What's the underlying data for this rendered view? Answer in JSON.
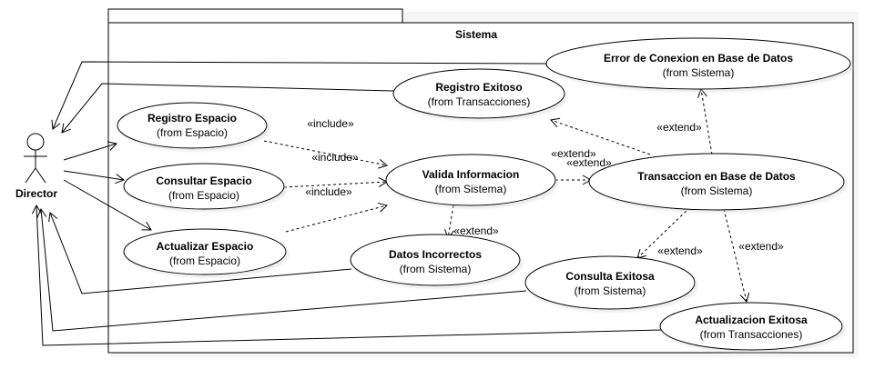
{
  "system": {
    "title": "Sistema"
  },
  "actor": {
    "label": "Director"
  },
  "use_cases": [
    {
      "id": "error-conexion",
      "name": "Error de Conexion en Base de Datos",
      "from": "(from Sistema)"
    },
    {
      "id": "registro-exitoso",
      "name": "Registro Exitoso",
      "from": "(from Transacciones)"
    },
    {
      "id": "registro-espacio",
      "name": "Registro Espacio",
      "from": "(from Espacio)"
    },
    {
      "id": "consultar-espacio",
      "name": "Consultar Espacio",
      "from": "(from Espacio)"
    },
    {
      "id": "actualizar-espacio",
      "name": "Actualizar Espacio",
      "from": "(from Espacio)"
    },
    {
      "id": "valida-informacion",
      "name": "Valida Informacion",
      "from": "(from Sistema)"
    },
    {
      "id": "transaccion-bd",
      "name": "Transaccion en Base de Datos",
      "from": "(from Sistema)"
    },
    {
      "id": "datos-incorrectos",
      "name": "Datos Incorrectos",
      "from": "(from Sistema)"
    },
    {
      "id": "consulta-exitosa",
      "name": "Consulta Exitosa",
      "from": "(from Sistema)"
    },
    {
      "id": "actualizacion-exitosa",
      "name": "Actualizacion Exitosa",
      "from": "(from Transacciones)"
    }
  ],
  "stereotypes": {
    "include_1": "«include»",
    "include_2": "«include»",
    "include_3": "«include»",
    "extend_1": "«extend»",
    "extend_2": "«extend»",
    "extend_3": "«extend»",
    "extend_4": "«extend»",
    "extend_5": "«extend»",
    "extend_6": "«extend»"
  }
}
